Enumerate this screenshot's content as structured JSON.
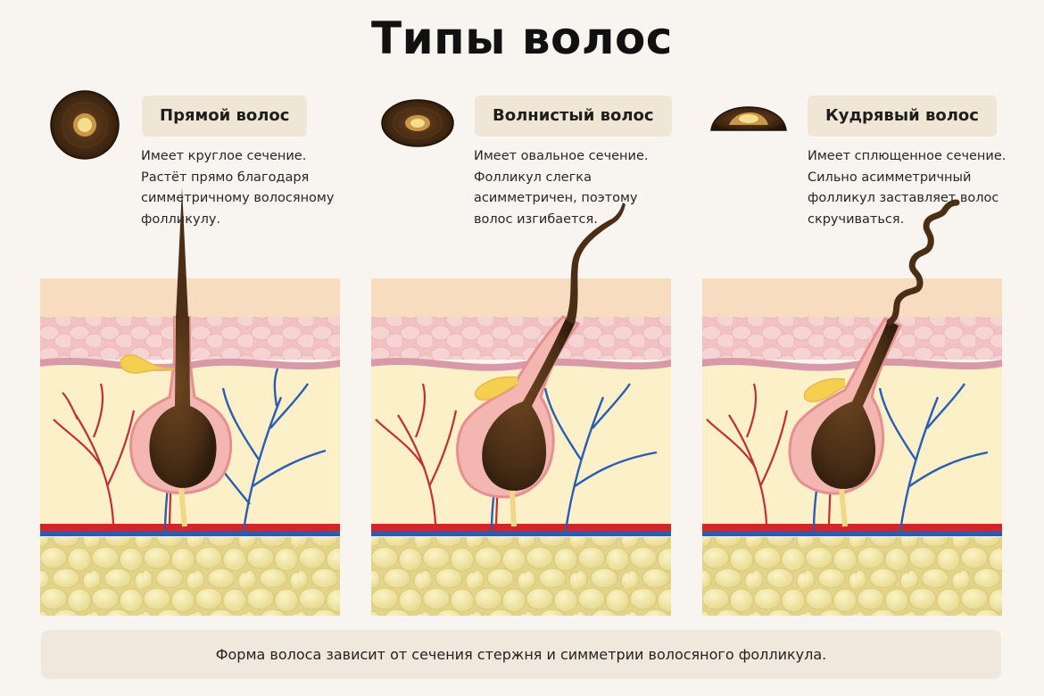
{
  "title": "Типы волос",
  "types": [
    {
      "label": "Прямой волос",
      "desc": [
        "Имеет круглое сечение.",
        "Растёт прямо благодаря",
        "симметричному волосяному",
        "фолликулу."
      ]
    },
    {
      "label": "Волнистый волос",
      "desc": [
        "Имеет овальное сечение.",
        "Фолликул слегка",
        "асимметричен, поэтому",
        "волос изгибается."
      ]
    },
    {
      "label": "Кудрявый волос",
      "desc": [
        "Имеет сплющенное сечение.",
        "Сильно асимметричный",
        "фолликул заставляет волос",
        "скручиваться."
      ]
    }
  ],
  "footer": "Форма волоса зависит от сечения стержня и симметрии волосяного фолликула.",
  "colors": {
    "epidermis": "#f8dcc0",
    "dermis_top": "#f4c4c4",
    "dermis": "#fbf0c8",
    "fat": "#f0e6a4",
    "hair": "#4a2e16",
    "artery": "#d0272a",
    "vein": "#2b5cb5",
    "sebaceous": "#f5d050"
  }
}
